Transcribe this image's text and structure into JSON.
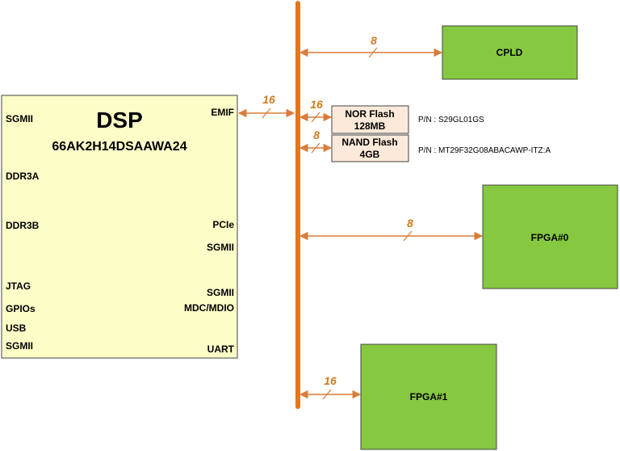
{
  "colors": {
    "dsp_fill": "#fdfdc8",
    "fpga_fill": "#86c840",
    "flash_fill": "#fde9d9",
    "bus": "#e07820",
    "arrow": "#d97c3a"
  },
  "dsp": {
    "title": "DSP",
    "part": "66AK2H14DSAAWA24",
    "left_ports": [
      "SGMII",
      "DDR3A",
      "DDR3B",
      "JTAG",
      "GPIOs",
      "USB",
      "SGMII"
    ],
    "right_ports": [
      "EMIF",
      "PCIe",
      "SGMII",
      "SGMII",
      "MDC/MDIO",
      "UART"
    ]
  },
  "devices": {
    "cpld": "CPLD",
    "fpga0": "FPGA#0",
    "fpga1": "FPGA#1",
    "nor": {
      "line1": "NOR Flash",
      "line2": "128MB",
      "pn": "P/N : S29GL01GS"
    },
    "nand": {
      "line1": "NAND Flash",
      "line2": "4GB",
      "pn": "P/N : MT29F32G08ABACAWP-ITZ:A"
    }
  },
  "bus_widths": {
    "emif": "16",
    "cpld": "8",
    "nor": "16",
    "nand": "8",
    "fpga0": "8",
    "fpga1": "16"
  }
}
